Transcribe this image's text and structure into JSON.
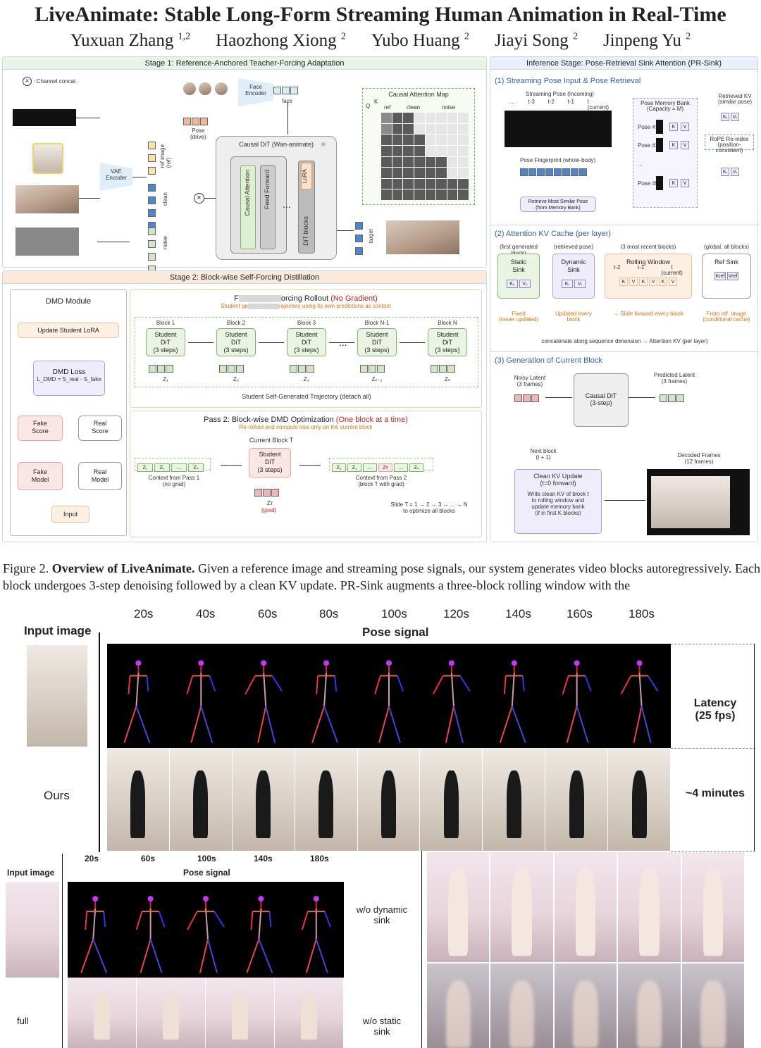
{
  "paper": {
    "title": "LiveAnimate: Stable Long-Form Streaming Human Animation in Real-Time",
    "authors": [
      {
        "name": "Yuxuan Zhang",
        "aff": "1,2"
      },
      {
        "name": "Haozhong Xiong",
        "aff": "2"
      },
      {
        "name": "Yubo Huang",
        "aff": "2"
      },
      {
        "name": "Jiayi Song",
        "aff": "2"
      },
      {
        "name": "Jinpeng Yu",
        "aff": "2"
      }
    ]
  },
  "figure": {
    "stage1": {
      "title": "Stage 1: Reference-Anchored Teacher-Forcing Adaptation",
      "legend": ": Channel concat",
      "face_encoder": "Face\nEncoder",
      "face": "face",
      "vae": "VAE\nEncoder",
      "pose_drive": "Pose\n(drive)",
      "ref_image": "ref image\n(ref)",
      "clean": "clean",
      "noise": "noise",
      "dit_title": "Causal DiT (Wan-animate)",
      "causal_attention": "Causal Attention",
      "feed_forward": "Feed Forward",
      "dots": "...",
      "dit_blocks": "DiT blocks",
      "lora": "LoRA",
      "target": "target",
      "attn_map": {
        "title": "Causal Attention Map",
        "q": "Q",
        "k": "K",
        "ref": "ref",
        "clean": "clean",
        "noise": "noise"
      }
    },
    "stage2": {
      "title": "Stage 2: Block-wise Self-Forcing Distillation",
      "dmd": {
        "title": "DMD Module",
        "update": "Update Student LoRA",
        "loss": "DMD Loss",
        "loss_eq": "L_DMD = S_real - S_fake",
        "fake_score": "Fake\nScore",
        "real_score": "Real\nScore",
        "fake_model": "Fake\nModel",
        "real_model": "Real\nModel",
        "input": "Input"
      },
      "pass1": {
        "title_a": "F",
        "title_b": "orcing Rollout",
        "no_grad": "(No Gradient)",
        "sub_a": "Student ge",
        "sub_b": "rajectory using its own predictions as context",
        "blocks": [
          {
            "label": "Block 1",
            "z": "Z₁"
          },
          {
            "label": "Block 2",
            "z": "Z₂"
          },
          {
            "label": "Block 3",
            "z": "Z₃"
          },
          {
            "label": "Block N-1",
            "z": "Zₙ₋₁"
          },
          {
            "label": "Block N",
            "z": "Zₙ"
          }
        ],
        "student": "Student\nDiT\n(3 steps)",
        "dots": "...",
        "trajectory": "Student Self-Generated Trajectory (detach all)"
      },
      "pass2": {
        "title": "Pass 2: Block-wise DMD Optimization",
        "one_block": "(One block at a time)",
        "sub": "Re-rollout and compute loss only on the current block",
        "current": "Current Block T",
        "student": "Student\nDiT\n(3 steps)",
        "ctx1": "Context from Pass 1\n(no grad)",
        "ctx2": "Context from Pass 2\n(block T with grad)",
        "zt": "Zᴛ",
        "grad": "(grad)",
        "slide": "Slide T = 1 → 2 → 3 → ... → N\nto optimize all blocks",
        "z_left": [
          "Z₁",
          "Z₁",
          "...",
          "Zₙ"
        ],
        "z_right": [
          "Z₁",
          "Z₁",
          "...",
          "Zᴛ",
          "...",
          "Zₙ"
        ]
      }
    },
    "inference": {
      "title": "Inference Stage: Pose-Retrieval Sink Attention (PR-Sink)",
      "s1": {
        "title": "(1)  Streaming Pose Input & Pose Retrieval",
        "streaming": "Streaming Pose (Incoming)",
        "ticks": [
          "...",
          "t-3",
          "t-2",
          "t-1",
          "t\n(current)"
        ],
        "bank": "Pose Memory Bank\n(Capacity = M)",
        "poses": [
          "Pose #1",
          "Pose #2",
          "...",
          "Pose #M"
        ],
        "retrieved": "Retrieved KV\n(similar pose)",
        "rope": "RoPE Re-index\n(position-consistent)",
        "fingerprint": "Pose Fingerprint (whole-body)",
        "retrieve": "Retrieve Most Similar Pose\n(from Memory Bank)",
        "k": "K",
        "v": "V",
        "kr": "Kᵣ",
        "vr": "Vᵣ"
      },
      "s2": {
        "title": "(2)  Attention KV Cache (per layer)",
        "cols": [
          {
            "head": "(first generated block)",
            "name": "Static\nSink",
            "foot": "Fixed\n(never updated)"
          },
          {
            "head": "(retrieved pose)",
            "name": "Dynamic\nSink",
            "foot": "Updated every\nblock"
          },
          {
            "head": "(3 most recent blocks)",
            "name": "Rolling Window",
            "foot": "→  Slide forward every block"
          },
          {
            "head": "(global, all blocks)",
            "name": "Ref Sink",
            "foot": "From ref. image\n(conditional cache)"
          }
        ],
        "rolling_ticks": [
          "t-2",
          "t-1",
          "t\n(current)"
        ],
        "concat": "concatenate along sequence dimension → Attention KV (per layer)",
        "k0": "K₀",
        "v0": "V₀",
        "kref": "Kref",
        "vref": "Vref"
      },
      "s3": {
        "title": "(3)  Generation of Current Block",
        "noisy": "Noisy Latent\n(3 frames)",
        "dit": "Causal DiT\n(3-step)",
        "predicted": "Predicted Latent\n(3 frames)",
        "next": "Next block\n(t + 1)",
        "clean_kv_title": "Clean KV Update\n(t=0 forward)",
        "clean_kv_body": "Write clean KV of block t\nto rolling window and\nupdate memory bank\n(if in first K blocks)",
        "decoded": "Decoded Frames\n(12 frames)"
      }
    }
  },
  "caption": {
    "prefix": "Figure 2. ",
    "bold": "Overview of LiveAnimate.",
    "text": " Given a reference image and streaming pose signals, our system generates video blocks autoregressively. Each block undergoes 3-step denoising followed by a clean KV update. PR-Sink augments a three-block rolling window with the"
  },
  "results_top": {
    "times": [
      "20s",
      "40s",
      "60s",
      "80s",
      "100s",
      "120s",
      "140s",
      "160s",
      "180s"
    ],
    "input_image": "Input image",
    "pose_signal": "Pose signal",
    "ours": "Ours",
    "latency": "Latency\n(25 fps)",
    "duration": "~4 minutes"
  },
  "results_bottom": {
    "times": [
      "20s",
      "60s",
      "100s",
      "140s",
      "180s"
    ],
    "input_image": "Input image",
    "pose_signal": "Pose signal",
    "full": "full",
    "wo_dynamic": "w/o dynamic\nsink",
    "wo_static": "w/o static\nsink"
  }
}
